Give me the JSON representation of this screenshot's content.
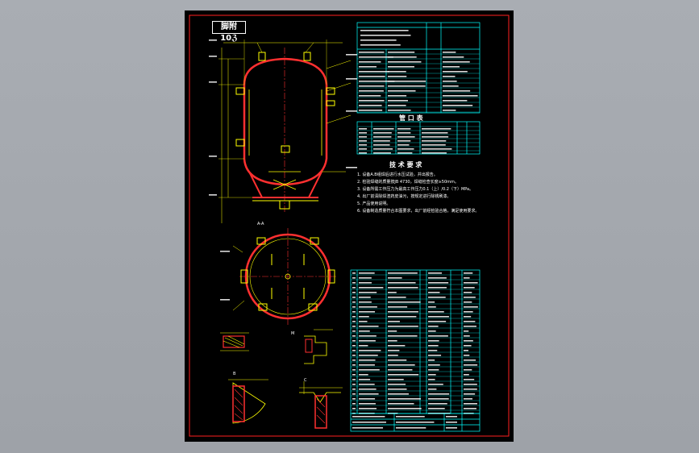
{
  "window": {
    "bg": "#a4a8ae"
  },
  "colors": {
    "frame": "#ff2020",
    "vessel": "#ff3030",
    "dim": "#ffff00",
    "center": "#ff3030",
    "table": "#00ffff",
    "text": "#ffffff"
  },
  "drawing": {
    "title": "脚附10ℨ",
    "tech_req_heading": "技 术 要 求",
    "nozzle_heading": "管 口 表",
    "tech_notes": [
      "1. 设备A.B组焊后进行水压试验，并出报告。",
      "2. 检验焊缝的质量按JB 4730，焊缝检查长度≥50mm。",
      "3. 设备所需工作压力为最高工作压力0.1（上）/0.2（下）MPa。",
      "4. 出厂前清除焊渣药皮油污，按规定进行除锈刷漆。",
      "5. 产品使用说明。",
      "6. 设备制造质量符合本图要求，出厂前经检验合格，满足使用要求。"
    ],
    "labels": {
      "section_a": "A-A",
      "detail_m": "M",
      "detail_b": "B",
      "detail_c": "C"
    }
  }
}
